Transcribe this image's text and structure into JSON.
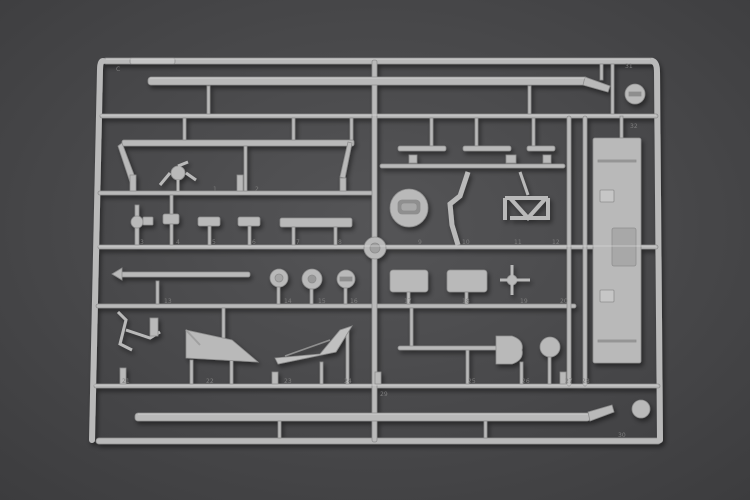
{
  "photo": {
    "subject": "plastic model kit sprue",
    "sprue_letter": "C",
    "part_numbers": [
      "1",
      "2",
      "3",
      "4",
      "5",
      "6",
      "7",
      "8",
      "9",
      "10",
      "11",
      "12",
      "13",
      "14",
      "15",
      "16",
      "17",
      "18",
      "19",
      "20",
      "21",
      "22",
      "23",
      "24",
      "25",
      "26",
      "27",
      "28",
      "29",
      "30",
      "31",
      "32"
    ],
    "colors": {
      "background": "#4a4a4c",
      "plastic": "#b9b9b9",
      "plastic_shadow": "#8e8e8e",
      "plastic_highlight": "#d6d6d6"
    }
  }
}
